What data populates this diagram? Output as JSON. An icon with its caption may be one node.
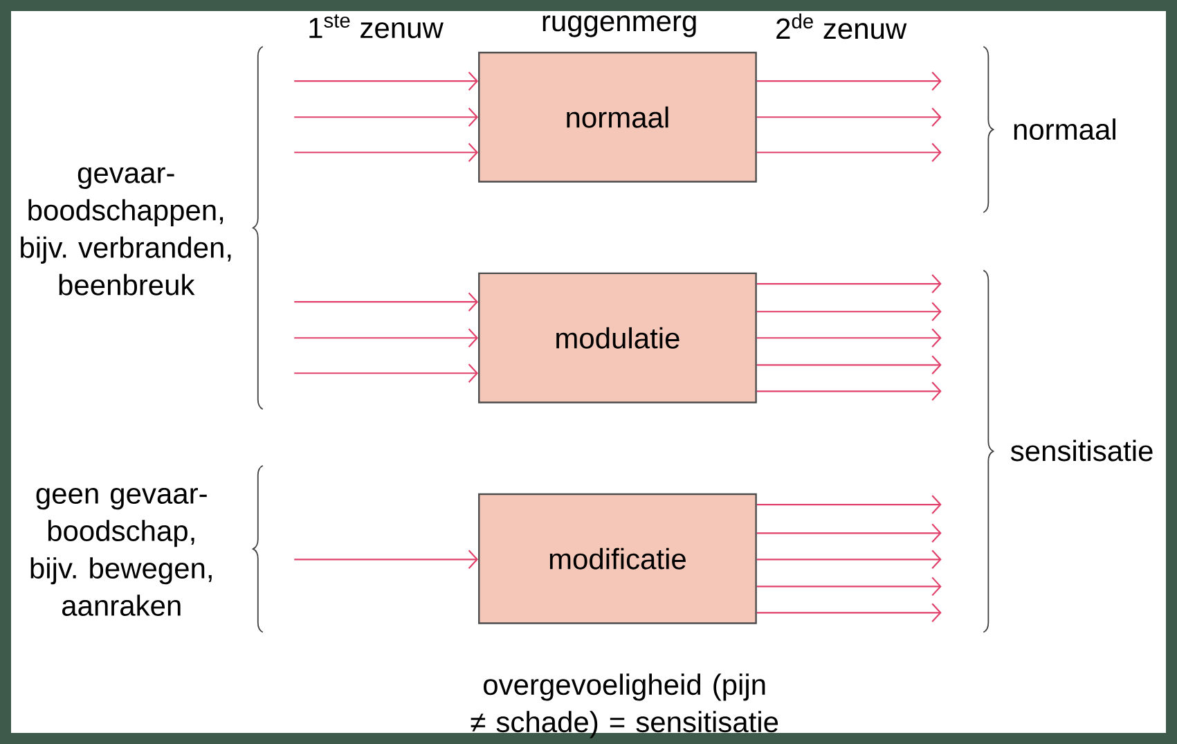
{
  "diagram": {
    "nodes": [
      {
        "text": [
          "normaal"
        ]
      },
      {
        "text": [
          "modulatie"
        ]
      },
      {
        "text": [
          "modificatie"
        ]
      }
    ],
    "edges": [
      {
        "from": null,
        "to": 0,
        "arrow": "to"
      },
      {
        "from": null,
        "to": 0,
        "arrow": "to"
      },
      {
        "from": null,
        "to": 0,
        "arrow": "to"
      },
      {
        "from": 0,
        "to": null,
        "arrow": "to"
      },
      {
        "from": 0,
        "to": null,
        "arrow": "to"
      },
      {
        "from": 0,
        "to": null,
        "arrow": "to"
      },
      {
        "from": null,
        "to": 1,
        "arrow": "to"
      },
      {
        "from": null,
        "to": 1,
        "arrow": "to"
      },
      {
        "from": null,
        "to": 1,
        "arrow": "to"
      },
      {
        "from": 1,
        "to": null,
        "arrow": "to"
      },
      {
        "from": 1,
        "to": null,
        "arrow": "to"
      },
      {
        "from": 1,
        "to": null,
        "arrow": "to"
      },
      {
        "from": 1,
        "to": null,
        "arrow": "to"
      },
      {
        "from": 1,
        "to": null,
        "arrow": "to"
      },
      {
        "from": null,
        "to": 2,
        "arrow": "to"
      },
      {
        "from": 2,
        "to": null,
        "arrow": "to"
      },
      {
        "from": 2,
        "to": null,
        "arrow": "to"
      },
      {
        "from": 2,
        "to": null,
        "arrow": "to"
      },
      {
        "from": 2,
        "to": null,
        "arrow": "to"
      },
      {
        "from": 2,
        "to": null,
        "arrow": "to"
      }
    ],
    "labels": [
      "1$^{ste}$ zenuw",
      "ruggenmerg",
      "2$^{de}$ zenuw",
      "normaal",
      "gevaar- boodschappen, bijv. verbranden, beenbreuk",
      "sensitisatie",
      "geen gevaar- boodschap, bijv. bewegen, aanraken",
      "overgevoeligheid (pijn ≠ schade) = sensitisatie"
    ]
  }
}
